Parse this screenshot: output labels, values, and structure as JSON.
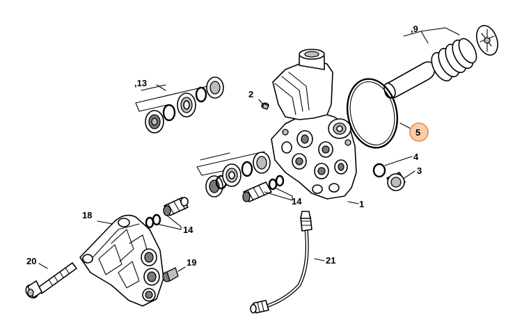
{
  "diagram": {
    "labels": {
      "p1": "1",
      "p2": "2",
      "p3": "3",
      "p4": "4",
      "p5": "5",
      "p9": ",9",
      "p13": ",13",
      "p14a": "14",
      "p14b": "14",
      "p18": "18",
      "p19": "19",
      "p20": "20",
      "p21": "21"
    },
    "highlight_color": "#e8894a",
    "highlighted_part": "5"
  }
}
